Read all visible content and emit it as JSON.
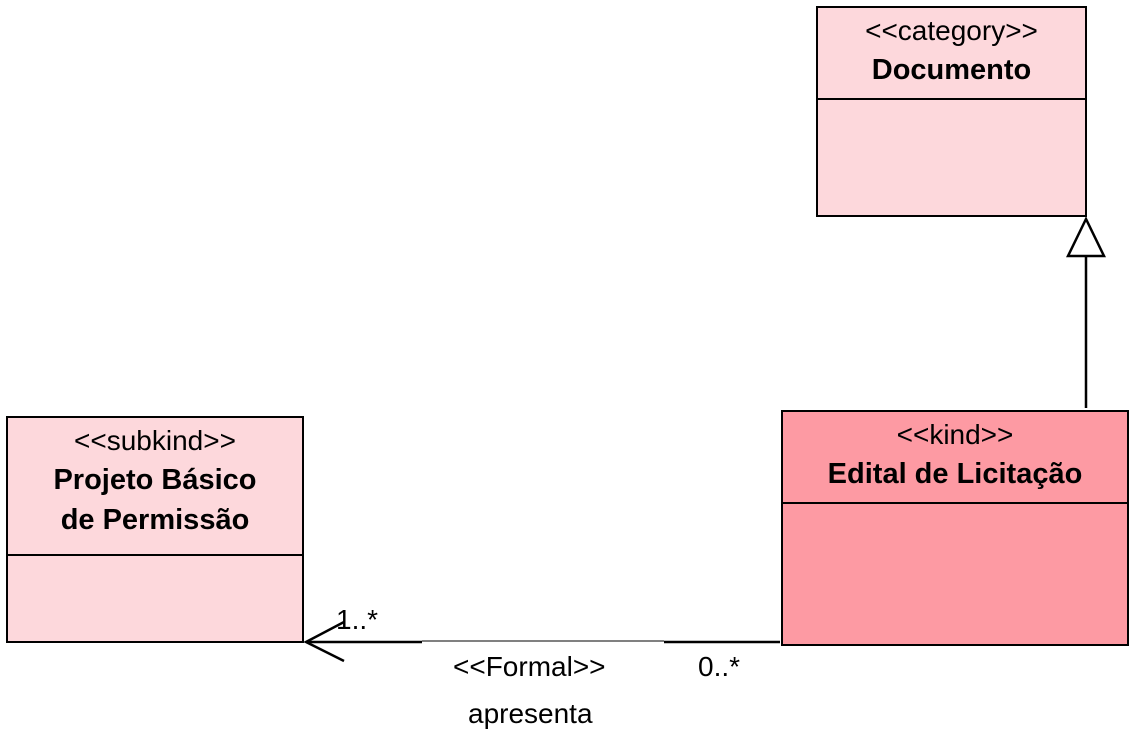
{
  "classes": {
    "documento": {
      "stereotype": "<<category>>",
      "name": "Documento",
      "fill": "#fdd8dc"
    },
    "projeto": {
      "stereotype": "<<subkind>>",
      "name_line1": "Projeto Básico",
      "name_line2": "de Permissão",
      "fill": "#fdd8dc"
    },
    "edital": {
      "stereotype": "<<kind>>",
      "name": "Edital de Licitação",
      "fill": "#fd9aa3"
    }
  },
  "association": {
    "stereotype": "<<Formal>>",
    "name": "apresenta",
    "source_multiplicity": "1..*",
    "target_multiplicity": "0..*"
  },
  "relations": [
    {
      "type": "generalization",
      "from": "Edital de Licitação",
      "to": "Documento"
    },
    {
      "type": "association",
      "from": "Edital de Licitação",
      "to": "Projeto Básico de Permissão",
      "navigable_to": "Projeto Básico de Permissão"
    }
  ]
}
